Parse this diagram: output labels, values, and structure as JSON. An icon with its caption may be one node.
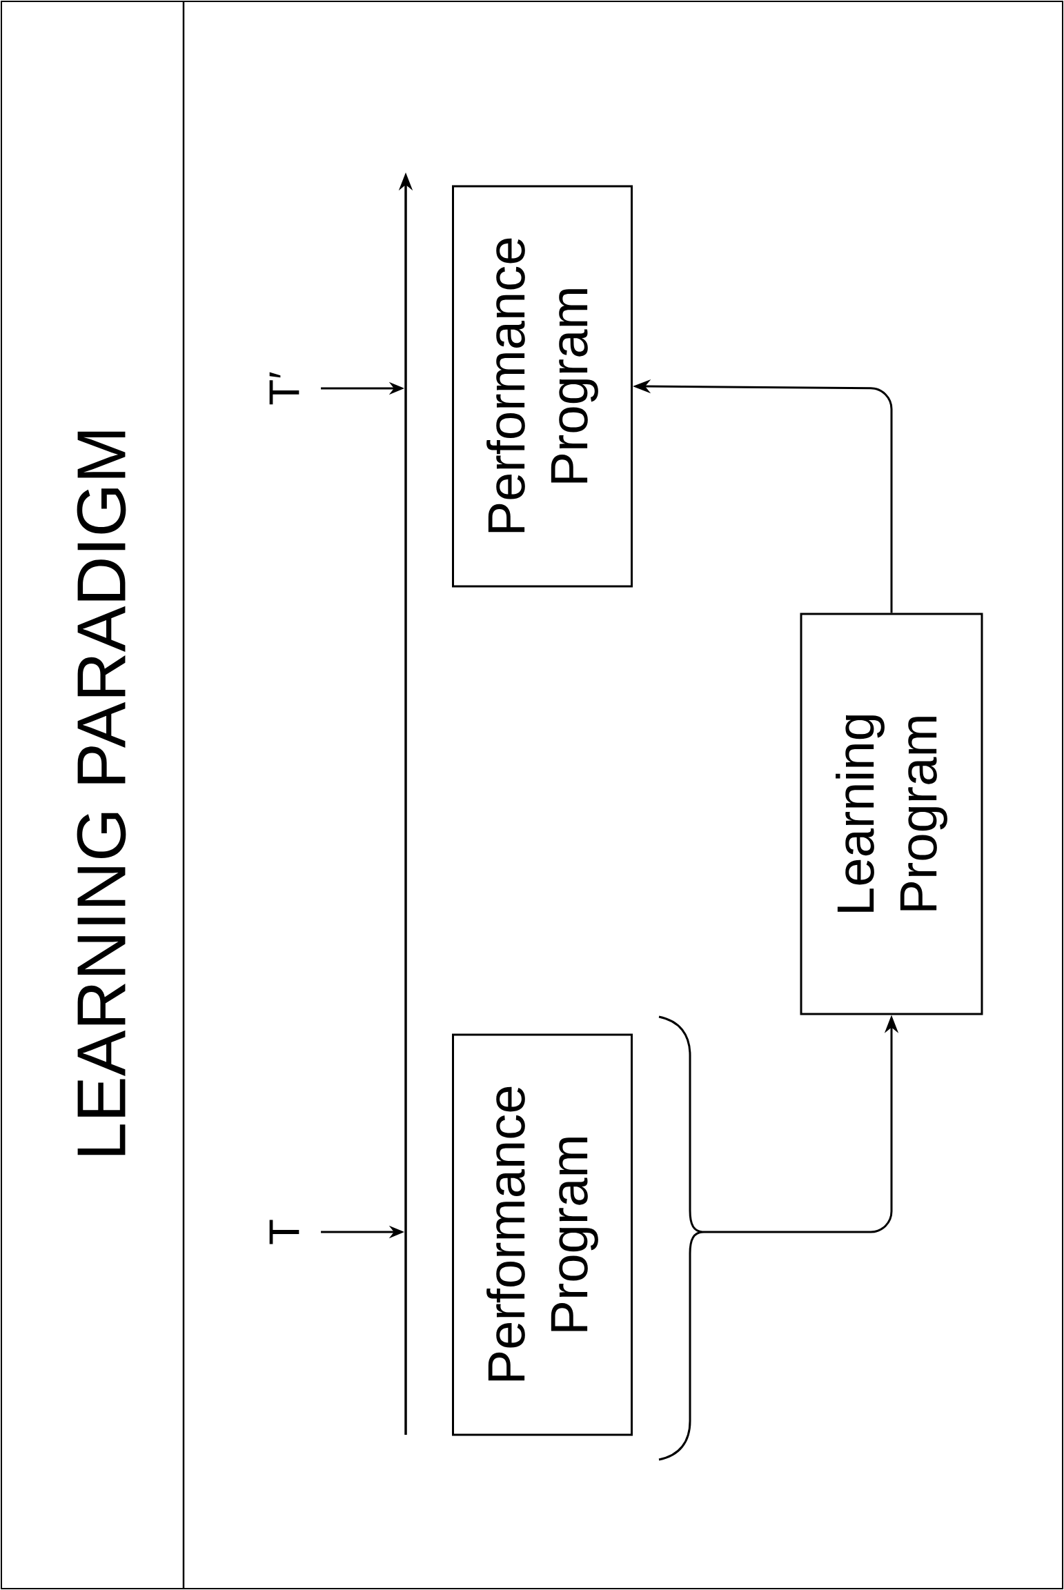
{
  "diagram": {
    "title": "LEARNING  PARADIGM",
    "nodes": [
      {
        "text": [
          "Performance Program"
        ]
      },
      {
        "text": [
          "Performance Program"
        ]
      },
      {
        "text": [
          "Learning Program"
        ]
      },
      {
        "text": [
          "T"
        ]
      },
      {
        "text": [
          "T′"
        ]
      }
    ],
    "edges": [
      {
        "from": 0,
        "to": 2,
        "arrow": "to"
      },
      {
        "from": 2,
        "to": 1,
        "arrow": "to"
      },
      {
        "from": 3,
        "to": null,
        "arrow": "to"
      },
      {
        "from": 4,
        "to": null,
        "arrow": "to"
      }
    ]
  }
}
